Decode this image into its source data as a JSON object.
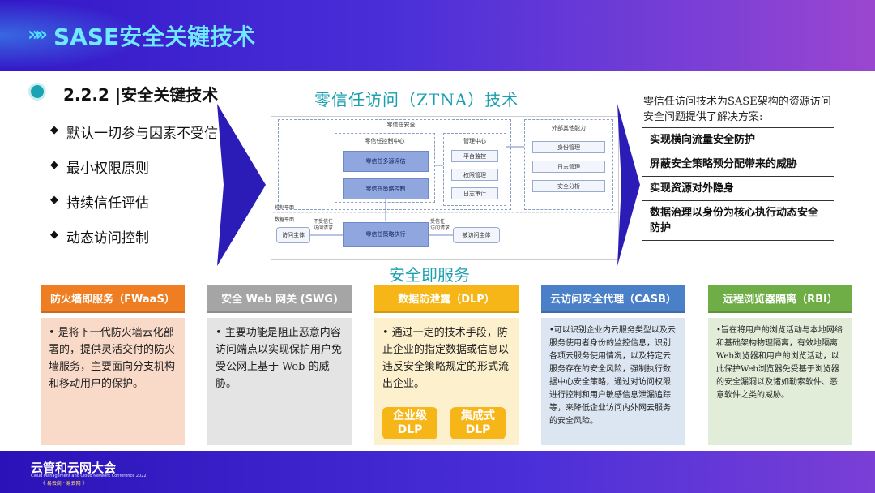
{
  "header": {
    "title": "SASE安全关键技术",
    "chevron": "»»"
  },
  "section": {
    "title": "2.2.2 |安全关键技术"
  },
  "points": [
    "默认一切参与因素不受信",
    "最小权限原则",
    "持续信任评估",
    "动态访问控制"
  ],
  "ztna": {
    "title": "零信任访问（ZTNA）技术",
    "diagram": {
      "outer_label": "零信任安全",
      "control_center": "零信任控制中心",
      "multi_source": "零信任多源评估",
      "policy_control": "零信任策略控制",
      "mgmt_center": "管理中心",
      "mgmt_items": [
        "平台监控",
        "权限管理",
        "日志审计"
      ],
      "external": "外部其他能力",
      "external_items": [
        "身份管理",
        "日志管理",
        "安全分析"
      ],
      "control_plane": "控制平面",
      "data_plane": "数据平面",
      "untrusted_request": "不受信任\n访问请求",
      "trusted_request": "受信任\n访问请求",
      "subject": "访问主体",
      "policy_exec": "零信任策略执行",
      "object": "被访问主体"
    }
  },
  "solutions": {
    "intro": "零信任访问技术为SASE架构的资源访问安全问题提供了解决方案:",
    "items": [
      "实现横向流量安全防护",
      "屏蔽安全策略预分配带来的威胁",
      "实现资源对外隐身",
      "数据治理以身份为核心执行动态安全防护"
    ]
  },
  "services": {
    "title": "安全即服务",
    "cards": [
      {
        "title": "防火墙即服务（FWaaS）",
        "text": "• 是将下一代防火墙云化部署的，提供灵活交付的防火墙服务，主要面向分支机构和移动用户的保护。",
        "header_color": "#ef7d22",
        "body_color": "#f9d9c8"
      },
      {
        "title": "安全 Web 网关 (SWG)",
        "text": "• 主要功能是阻止恶意内容访问端点以实现保护用户免受公网上基于 Web 的威胁。",
        "header_color": "#a5a5a5",
        "body_color": "#e4e4e4"
      },
      {
        "title": "数据防泄露（DLP）",
        "text": "• 通过一定的技术手段，防止企业的指定数据或信息以违反安全策略规定的形式流出企业。",
        "header_color": "#f6b617",
        "body_color": "#fdf0cc",
        "badges": [
          "企业级\nDLP",
          "集成式\nDLP"
        ]
      },
      {
        "title": "云访问安全代理（CASB）",
        "text": "•可以识别企业内云服务类型以及云服务使用者身份的监控信息，识别各项云服务使用情况，以及特定云服务存在的安全风险，强制执行数据中心安全策略，通过对访问权限进行控制和用户敏感信息泄漏追踪等，来降低企业访问内外网云服务的安全风险。",
        "header_color": "#4a80c8",
        "body_color": "#dce5f2"
      },
      {
        "title": "远程浏览器隔离（RBI）",
        "text": "•旨在将用户的浏览活动与本地网络和基础架构物理隔离，有效地隔离Web浏览器和用户的浏览活动，以此保护Web浏览器免受基于浏览器的安全漏洞以及诸如勒索软件、恶意软件之类的威胁。",
        "header_color": "#6fae47",
        "body_color": "#e1edd8"
      }
    ]
  },
  "footer": {
    "logo": "云管和云网大会",
    "logo_sub": "Cloud Management and Cloud Network Conference 2022",
    "logo_tag": "《 易云商 · 易云网 》"
  }
}
